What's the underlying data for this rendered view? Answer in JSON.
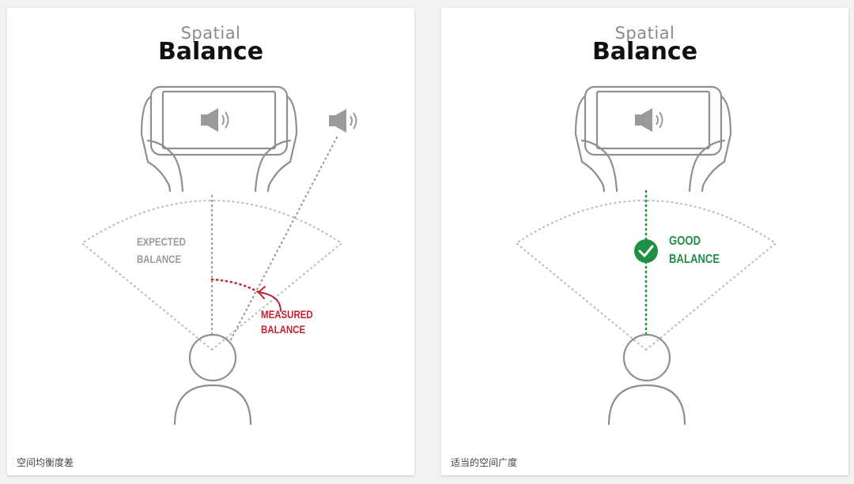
{
  "colors": {
    "line": "#8f8f8f",
    "dotted": "#b5b5b5",
    "red": "#c8202f",
    "green": "#1f8f45"
  },
  "icons": [
    "speaker-icon",
    "hands-holding-tablet-icon",
    "person-icon",
    "checkmark-icon"
  ],
  "left": {
    "title_small": "Spatial",
    "title_big": "Balance",
    "expected_1": "EXPECTED",
    "expected_2": "BALANCE",
    "measured_1": "MEASURED",
    "measured_2": "BALANCE",
    "caption": "空间均衡度差"
  },
  "right": {
    "title_small": "Spatial",
    "title_big": "Balance",
    "good_1": "GOOD",
    "good_2": "BALANCE",
    "caption": "适当的空间广度"
  }
}
